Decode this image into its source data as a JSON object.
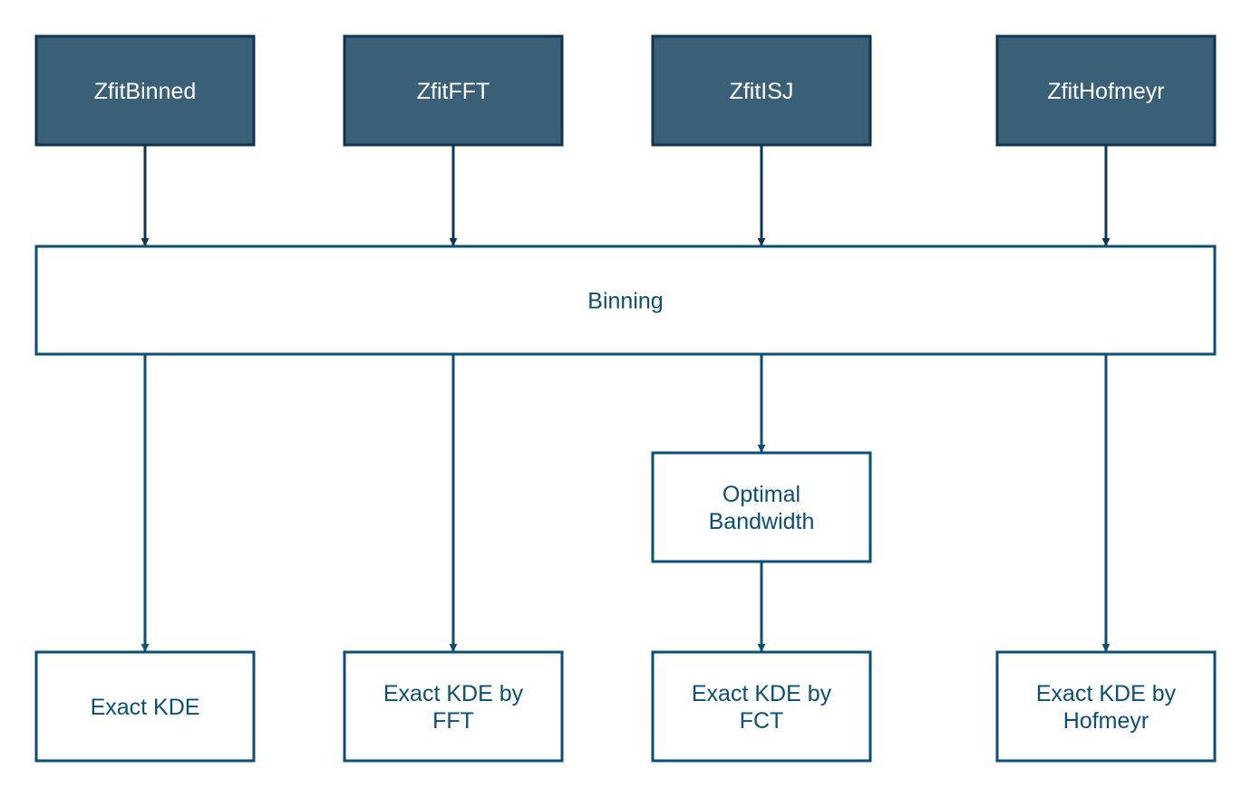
{
  "colors": {
    "dark_fill": "#3a6078",
    "dark_stroke": "#10344f",
    "light_stroke": "#0b4f76",
    "text_light": "#ffffff",
    "text_dark": "#0b4f76"
  },
  "nodes": [
    {
      "id": "zfit_binned",
      "lines": [
        "ZfitBinned"
      ],
      "style": "dark"
    },
    {
      "id": "zfit_fft",
      "lines": [
        "ZfitFFT"
      ],
      "style": "dark"
    },
    {
      "id": "zfit_isj",
      "lines": [
        "ZfitISJ"
      ],
      "style": "dark"
    },
    {
      "id": "zfit_hofmeyr",
      "lines": [
        "ZfitHofmeyr"
      ],
      "style": "dark"
    },
    {
      "id": "binning",
      "lines": [
        "Binning"
      ],
      "style": "light"
    },
    {
      "id": "optimal_bandwidth",
      "lines": [
        "Optimal",
        "Bandwidth"
      ],
      "style": "light"
    },
    {
      "id": "exact_kde",
      "lines": [
        "Exact KDE"
      ],
      "style": "light"
    },
    {
      "id": "exact_kde_fft",
      "lines": [
        "Exact KDE by",
        "FFT"
      ],
      "style": "light"
    },
    {
      "id": "exact_kde_fct",
      "lines": [
        "Exact KDE by",
        "FCT"
      ],
      "style": "light"
    },
    {
      "id": "exact_kde_hofmeyr",
      "lines": [
        "Exact KDE by",
        "Hofmeyr"
      ],
      "style": "light"
    }
  ],
  "edges": [
    {
      "from": "zfit_binned",
      "to": "binning"
    },
    {
      "from": "zfit_fft",
      "to": "binning"
    },
    {
      "from": "zfit_isj",
      "to": "binning"
    },
    {
      "from": "zfit_hofmeyr",
      "to": "binning"
    },
    {
      "from": "binning",
      "to": "exact_kde"
    },
    {
      "from": "binning",
      "to": "exact_kde_fft"
    },
    {
      "from": "binning",
      "to": "optimal_bandwidth"
    },
    {
      "from": "optimal_bandwidth",
      "to": "exact_kde_fct"
    },
    {
      "from": "binning",
      "to": "exact_kde_hofmeyr"
    }
  ]
}
